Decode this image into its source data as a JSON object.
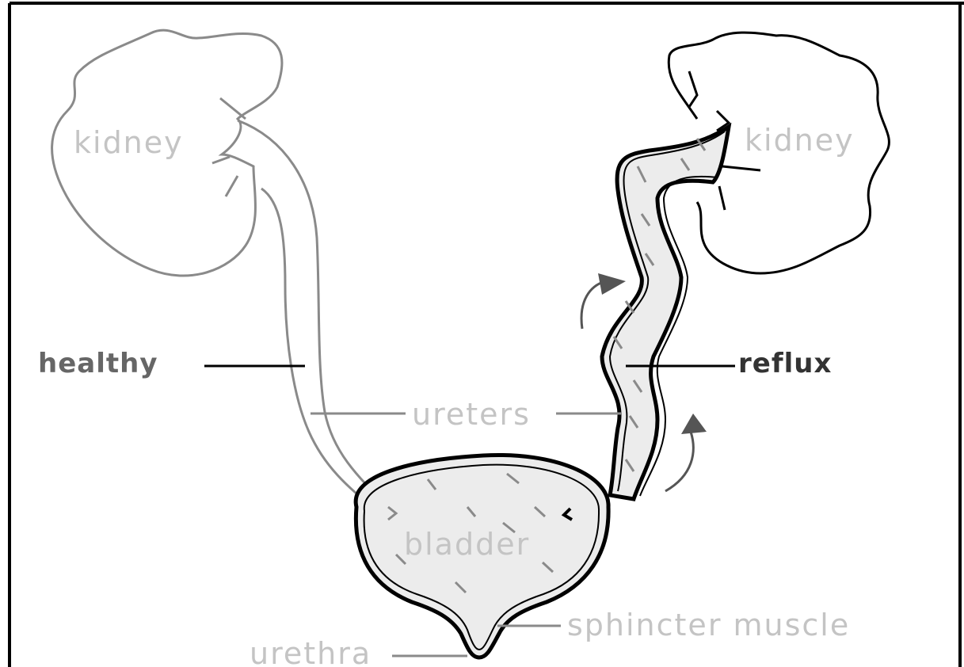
{
  "labels": {
    "kidney_left": "kidney",
    "kidney_right": "kidney",
    "healthy": "healthy",
    "reflux": "reflux",
    "ureters": "ureters",
    "bladder": "bladder",
    "sphincter": "sphincter muscle",
    "urethra": "urethra"
  },
  "colors": {
    "outline_healthy": "#8a8a8a",
    "outline_reflux": "#000000",
    "label_light": "#c4c4c4",
    "label_dark": "#666666",
    "fill": "#ececec",
    "arrow": "#555555"
  }
}
